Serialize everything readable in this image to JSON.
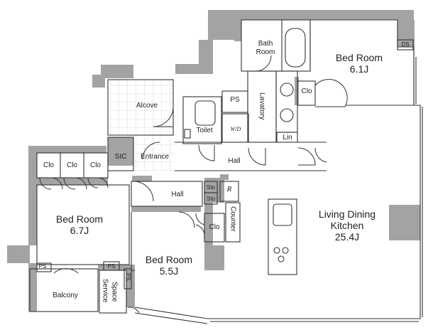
{
  "rooms": {
    "bed_room_ne": {
      "name": "Bed Room",
      "size": "6.1J"
    },
    "bed_room_w": {
      "name": "Bed Room",
      "size": "6.7J"
    },
    "bed_room_s": {
      "name": "Bed Room",
      "size": "5.5J"
    },
    "ldk": {
      "name": "Living Dining",
      "name2": "Kitchen",
      "size": "25.4J"
    }
  },
  "labels": {
    "bath_room": "Bath",
    "bath_room2": "Room",
    "alcove": "Alcove",
    "ps_top": "PS",
    "lavatory": "Lavatory",
    "toilet": "Toilet",
    "wd": "W/D",
    "lin": "Lin",
    "clo_ne": "Clo",
    "ds": "DS",
    "sic": "SIC",
    "entrance": "Entrance",
    "hall_top": "Hall",
    "hall_mid": "Hall",
    "clo_w1": "Clo",
    "clo_w2": "Clo",
    "clo_w3": "Clo",
    "sto1": "Sto",
    "sto2": "Sto",
    "r_mark": "R",
    "clo_s": "Clo",
    "counter": "Counter",
    "ps_left": "PS",
    "ps_bottom": "PS",
    "ps_vert": "PS",
    "balcony": "Balcony",
    "service_space": "Service",
    "service_space2": "Space"
  },
  "colors": {
    "wall": "#a3a3a3",
    "line": "#333333",
    "tile": "#d4d4d4"
  }
}
